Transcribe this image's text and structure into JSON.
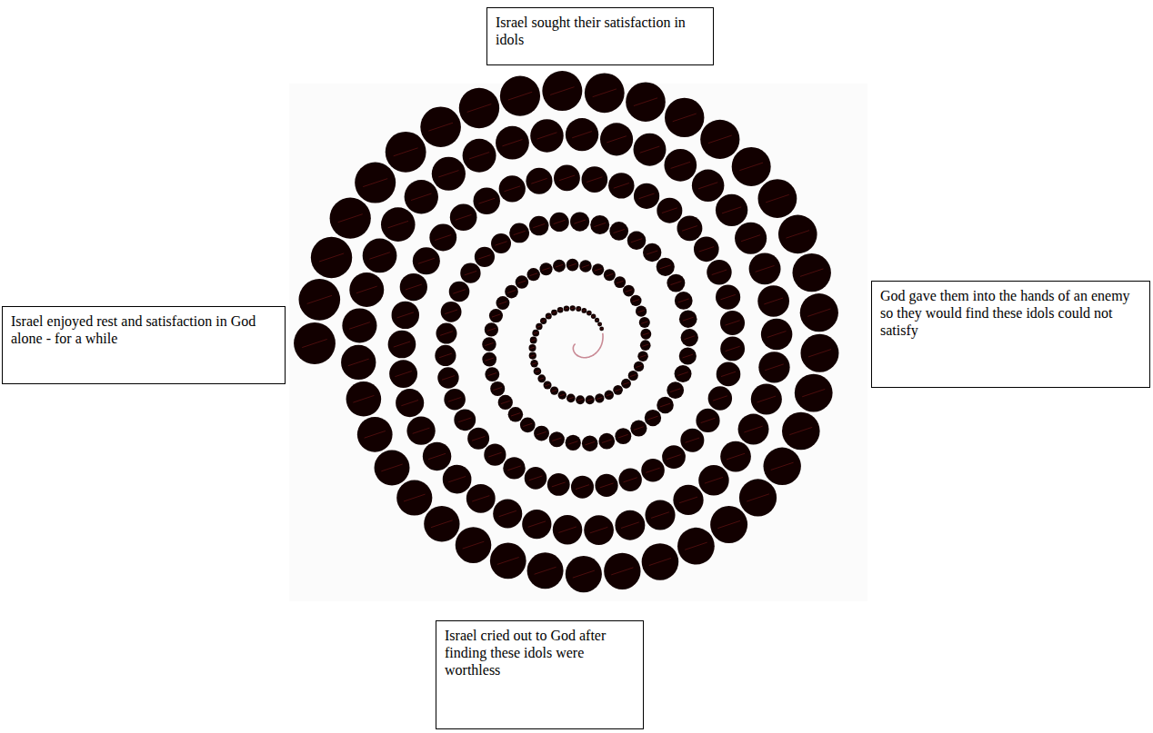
{
  "diagram": {
    "nodes": [
      {
        "text": [
          "Israel sought their satisfaction in idols"
        ]
      },
      {
        "text": [
          "Israel enjoyed rest and satisfaction in God alone - for a while"
        ]
      },
      {
        "text": [
          "God gave them into the hands of an enemy so they would find these idols could not satisfy"
        ]
      },
      {
        "text": [
          "Israel cried out to God after finding these idols were worthless"
        ]
      }
    ]
  }
}
